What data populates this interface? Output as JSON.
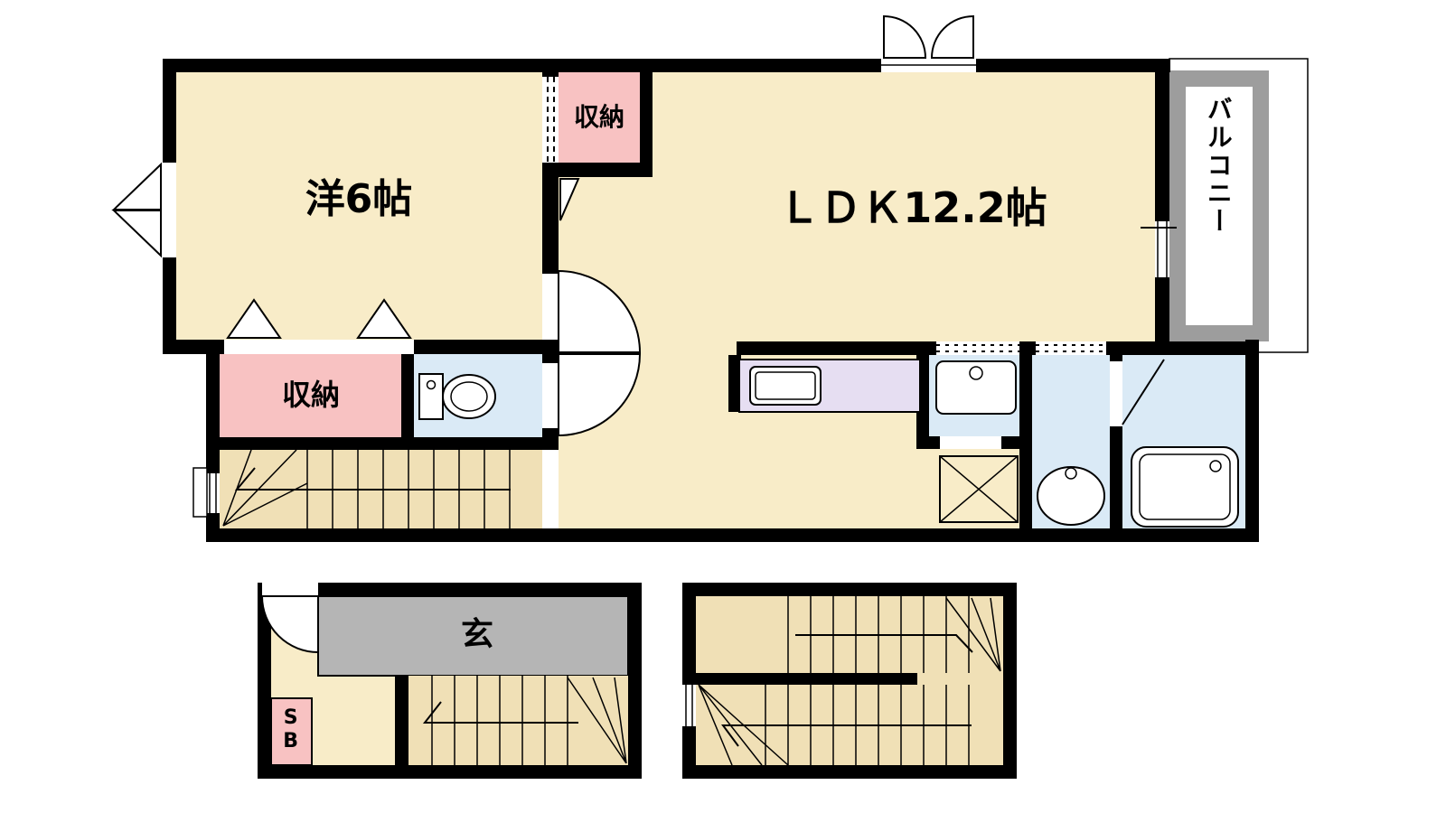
{
  "labels": {
    "room_west": "洋6帖",
    "ldk": "ＬＤＫ12.2帖",
    "closet_top": "収納",
    "closet_bottom": "収納",
    "balcony": "バルコニー",
    "entrance": "玄",
    "shoe_box": "SB"
  },
  "colors": {
    "wall": "#000000",
    "room": "#F8ECC8",
    "storage": "#F8C2C2",
    "wet": "#DAEAF6",
    "stairs": "#F0E0B6",
    "kitchen": "#E6DEF2",
    "balcony": "#9D9D9D",
    "entrance": "#B5B5B5"
  }
}
